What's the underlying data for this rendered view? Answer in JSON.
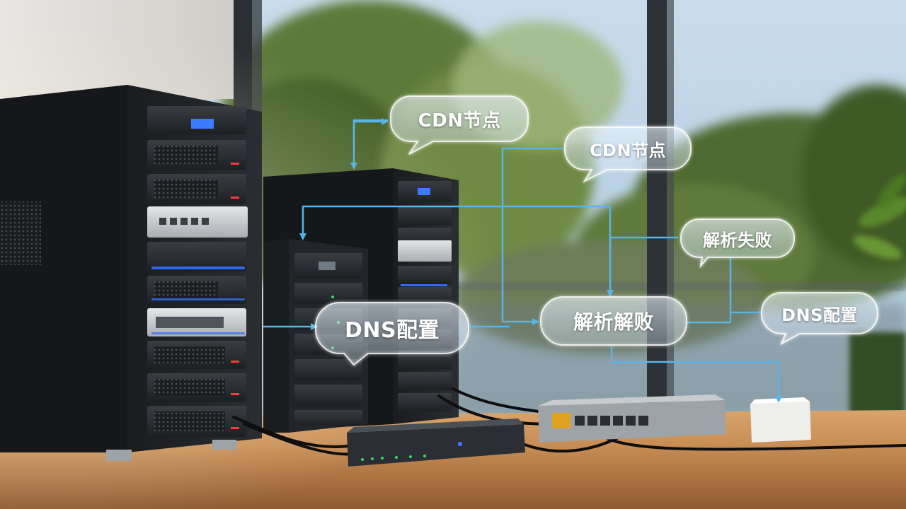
{
  "scene": {
    "description_free": true,
    "colors": {
      "connector": "#5ab4e8",
      "bubble_text": "#ffffff",
      "bubble_fill": "rgba(225,240,255,0.22)",
      "bubble_border": "rgba(255,255,255,0.75)",
      "server_led": "#2f6bff",
      "table": "#c8925a",
      "sky": "#bcd6ea",
      "foliage": "#4d6a2e"
    }
  },
  "bubbles": {
    "cdn_top": "CDN节点",
    "cdn_right": "CDN节点",
    "parse_fail": "解析失败",
    "parse_fail_alt": "解析解败",
    "dns_center": "DNS配置",
    "dns_right": "DNS配置"
  },
  "icons": {
    "arrow": "arrow-icon",
    "server": "server-rack-icon",
    "switch": "network-switch-icon",
    "router": "router-icon",
    "cube": "device-cube-icon"
  }
}
